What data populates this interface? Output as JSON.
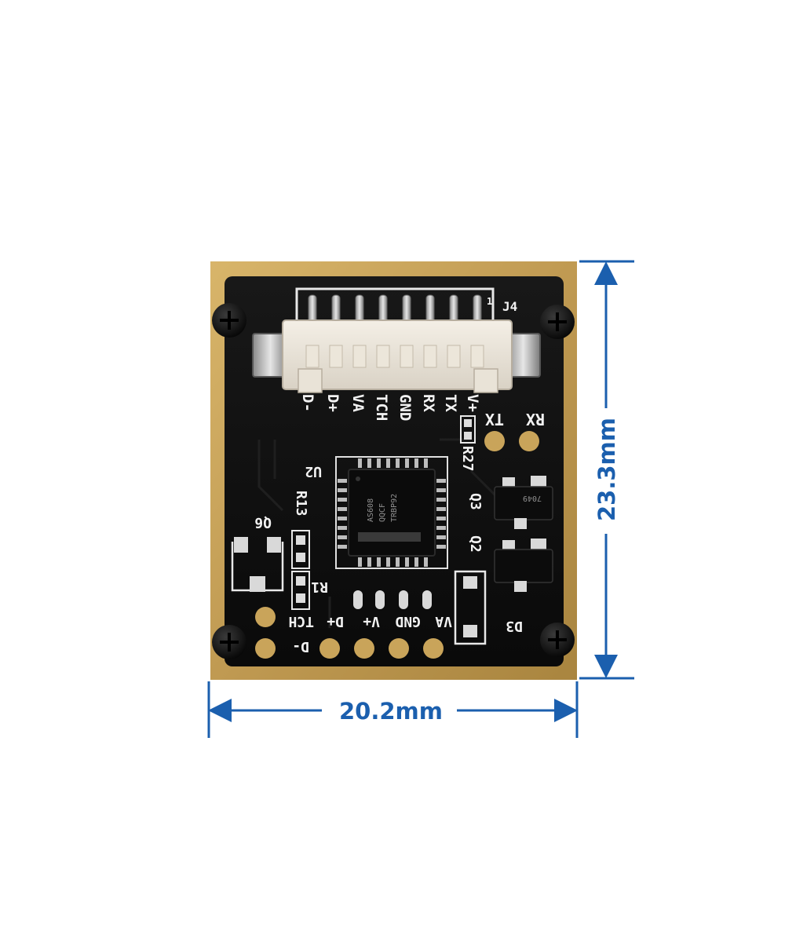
{
  "dimensions": {
    "width_label": "20.2mm",
    "height_label": "23.3mm",
    "line_color": "#1b5fae"
  },
  "board": {
    "pcb_color": "#101010",
    "border_color": "#c7a35a",
    "connector_label": "J4",
    "pin_one_marker": "1",
    "connector_pins": [
      "D-",
      "D+",
      "VA",
      "TCH",
      "GND",
      "RX",
      "TX",
      "V+"
    ],
    "uart_pads": [
      "RX",
      "TX"
    ],
    "bottom_pads": [
      "D-",
      "D+",
      "V+",
      "GND",
      "VA"
    ],
    "bottom_pad_tch": "TCH",
    "chip": {
      "designator": "U2",
      "markings": [
        "AS608",
        "QQCF",
        "TRBP92"
      ]
    },
    "designators": {
      "r27": "R27",
      "r13": "R13",
      "r1": "R1",
      "q6": "Q6",
      "q3": "Q3",
      "q2": "Q2",
      "d3": "D3"
    },
    "transistor_code": "7049"
  }
}
